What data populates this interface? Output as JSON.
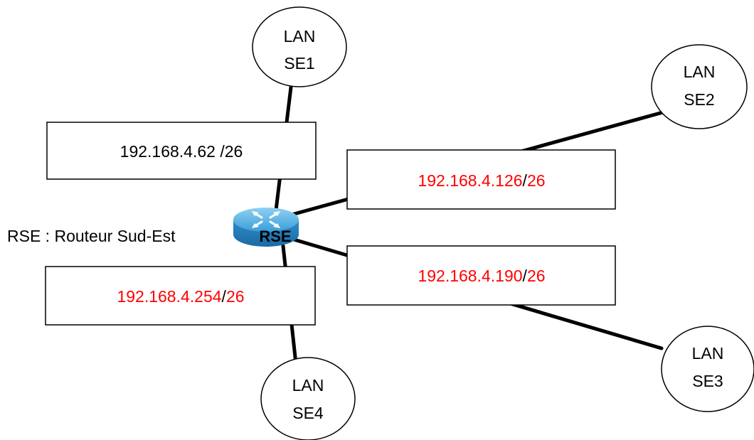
{
  "legend": "RSE : Routeur Sud-Est",
  "router": {
    "label": "RSE"
  },
  "colors": {
    "highlight": "#ff0000",
    "text": "#000000",
    "line": "#000000",
    "router_body": "#3aa0d8"
  },
  "interfaces": [
    {
      "ip": "192.168.4.62",
      "sep": " /",
      "mask": "26",
      "ip_color": "#000000",
      "mask_color": "#000000"
    },
    {
      "ip": "192.168.4.126",
      "sep": "/",
      "mask": "26",
      "ip_color": "#ff0000",
      "mask_color": "#ff0000"
    },
    {
      "ip": "192.168.4.190",
      "sep": "/",
      "mask": "26",
      "ip_color": "#ff0000",
      "mask_color": "#ff0000"
    },
    {
      "ip": "192.168.4.254",
      "sep": "/",
      "mask": "26",
      "ip_color": "#ff0000",
      "mask_color": "#ff0000"
    }
  ],
  "lans": [
    {
      "line1": "LAN",
      "line2": "SE1"
    },
    {
      "line1": "LAN",
      "line2": "SE2"
    },
    {
      "line1": "LAN",
      "line2": "SE3"
    },
    {
      "line1": "LAN",
      "line2": "SE4"
    }
  ]
}
